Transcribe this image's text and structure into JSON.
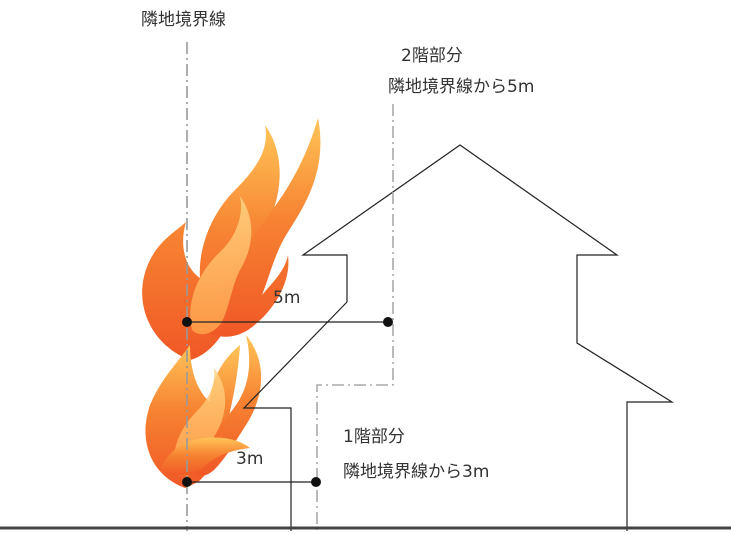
{
  "labels": {
    "boundary_line": "隣地境界線",
    "floor2_title": "2階部分",
    "floor2_desc": "隣地境界線から5m",
    "floor1_title": "1階部分",
    "floor1_desc": "隣地境界線から3m",
    "distance_5": "5m",
    "distance_3": "3m"
  },
  "colors": {
    "line": "#222222",
    "dashed_boundary": "#9a9a9a",
    "flame_outer": "#f25a1c",
    "flame_inner": "#ffb13c",
    "ground": "#444444"
  }
}
